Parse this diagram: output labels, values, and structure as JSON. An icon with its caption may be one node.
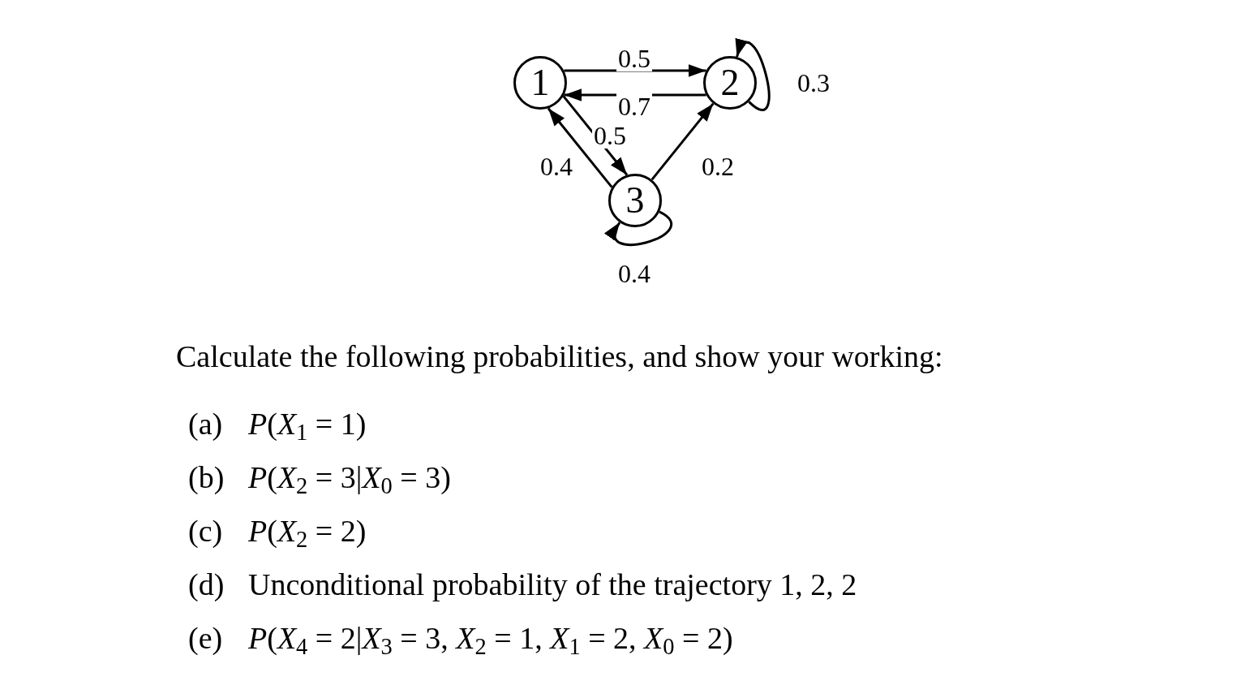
{
  "diagram": {
    "nodes": [
      {
        "text": [
          "1"
        ]
      },
      {
        "text": [
          "2"
        ]
      },
      {
        "text": [
          "3"
        ]
      }
    ],
    "edges": [
      {
        "from": 0,
        "to": 1,
        "arrow": "to",
        "label": "0.5"
      },
      {
        "from": 1,
        "to": 0,
        "arrow": "to",
        "label": "0.7"
      },
      {
        "from": 1,
        "to": 1,
        "arrow": "to",
        "label": "0.3"
      },
      {
        "from": 0,
        "to": 2,
        "arrow": "to",
        "label": "0.5"
      },
      {
        "from": 2,
        "to": 0,
        "arrow": "to",
        "label": "0.4"
      },
      {
        "from": 2,
        "to": 1,
        "arrow": "to",
        "label": "0.2"
      },
      {
        "from": 2,
        "to": 2,
        "arrow": "to",
        "label": "0.4"
      }
    ],
    "labels": [
      "Calculate the following probabilities, and show your working:",
      "(a)",
      "*P*(*X*$_{1}$ = 1)",
      "(b)",
      "*P*(*X*$_{2}$ = 3|*X*$_{0}$ = 3)",
      "(c)",
      "*P*(*X*$_{2}$ = 2)",
      "(d)",
      "Unconditional probability of the trajectory 1, 2, 2",
      "(e)",
      "*P*(*X*$_{4}$ = 2|*X*$_{3}$ = 3, *X*$_{2}$ = 1, *X*$_{1}$ = 2, *X*$_{0}$ = 2)"
    ]
  }
}
